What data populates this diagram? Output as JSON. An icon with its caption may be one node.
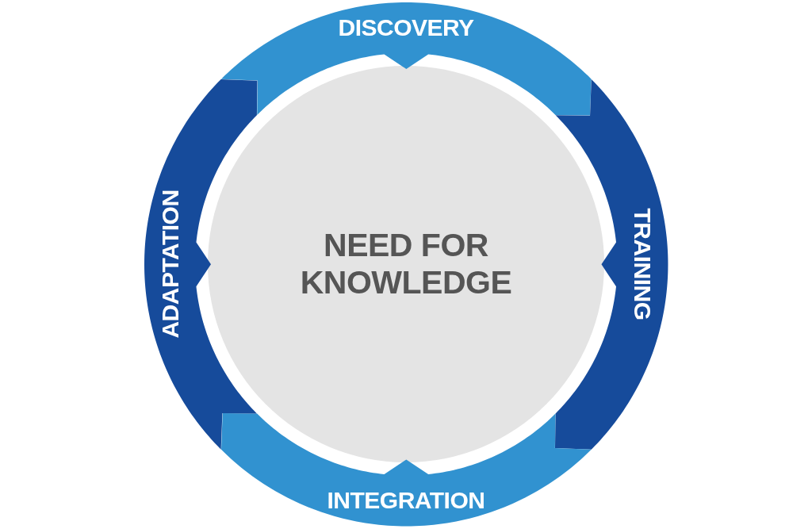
{
  "diagram": {
    "nodes": [
      {
        "text": [
          "NEED FOR KNOWLEDGE"
        ]
      },
      {
        "text": [
          "DISCOVERY"
        ]
      },
      {
        "text": [
          "TRAINING"
        ]
      },
      {
        "text": [
          "INTEGRATION"
        ]
      },
      {
        "text": [
          "ADAPTATION"
        ]
      }
    ]
  }
}
